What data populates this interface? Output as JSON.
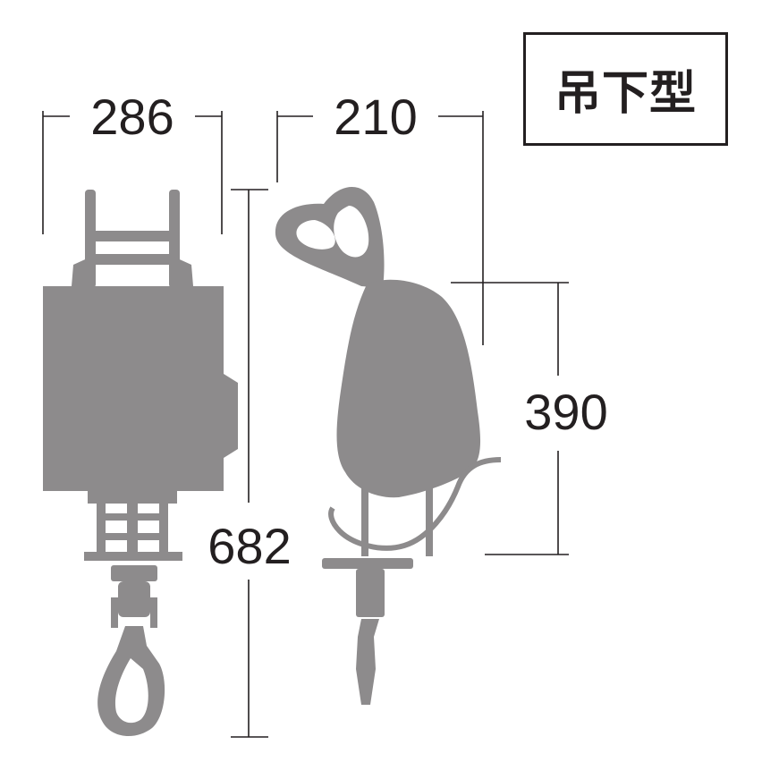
{
  "diagram": {
    "type_label": "吊下型",
    "dimensions": {
      "front_width": "286",
      "side_width": "210",
      "body_height": "390",
      "total_height": "682"
    },
    "colors": {
      "product": "#8d8b8c",
      "lines": "#231f20",
      "background": "#ffffff"
    }
  }
}
